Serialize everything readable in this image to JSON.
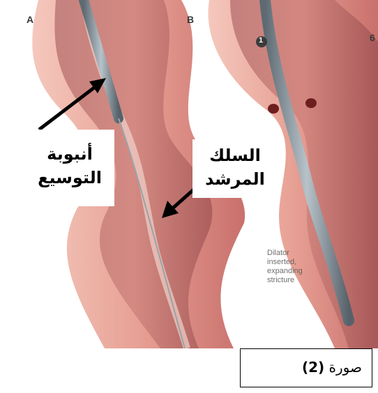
{
  "panels": {
    "left_letter": "A",
    "right_letter": "B",
    "marker": "1",
    "edge_letter": "6"
  },
  "labels": {
    "dilator_tube": [
      "أنبوبة",
      "التوسيع"
    ],
    "guide_wire": [
      "السلك",
      "المرشد"
    ]
  },
  "english_caption": [
    "Dilator",
    "inserted,",
    "expanding",
    "stricture"
  ],
  "figure_caption": {
    "text": "صورة ",
    "number": "(2)"
  },
  "colors": {
    "tissue": "#e8a198",
    "lumen": "#b8585a",
    "wire": "#7f8c95",
    "background": "#ffffff"
  }
}
